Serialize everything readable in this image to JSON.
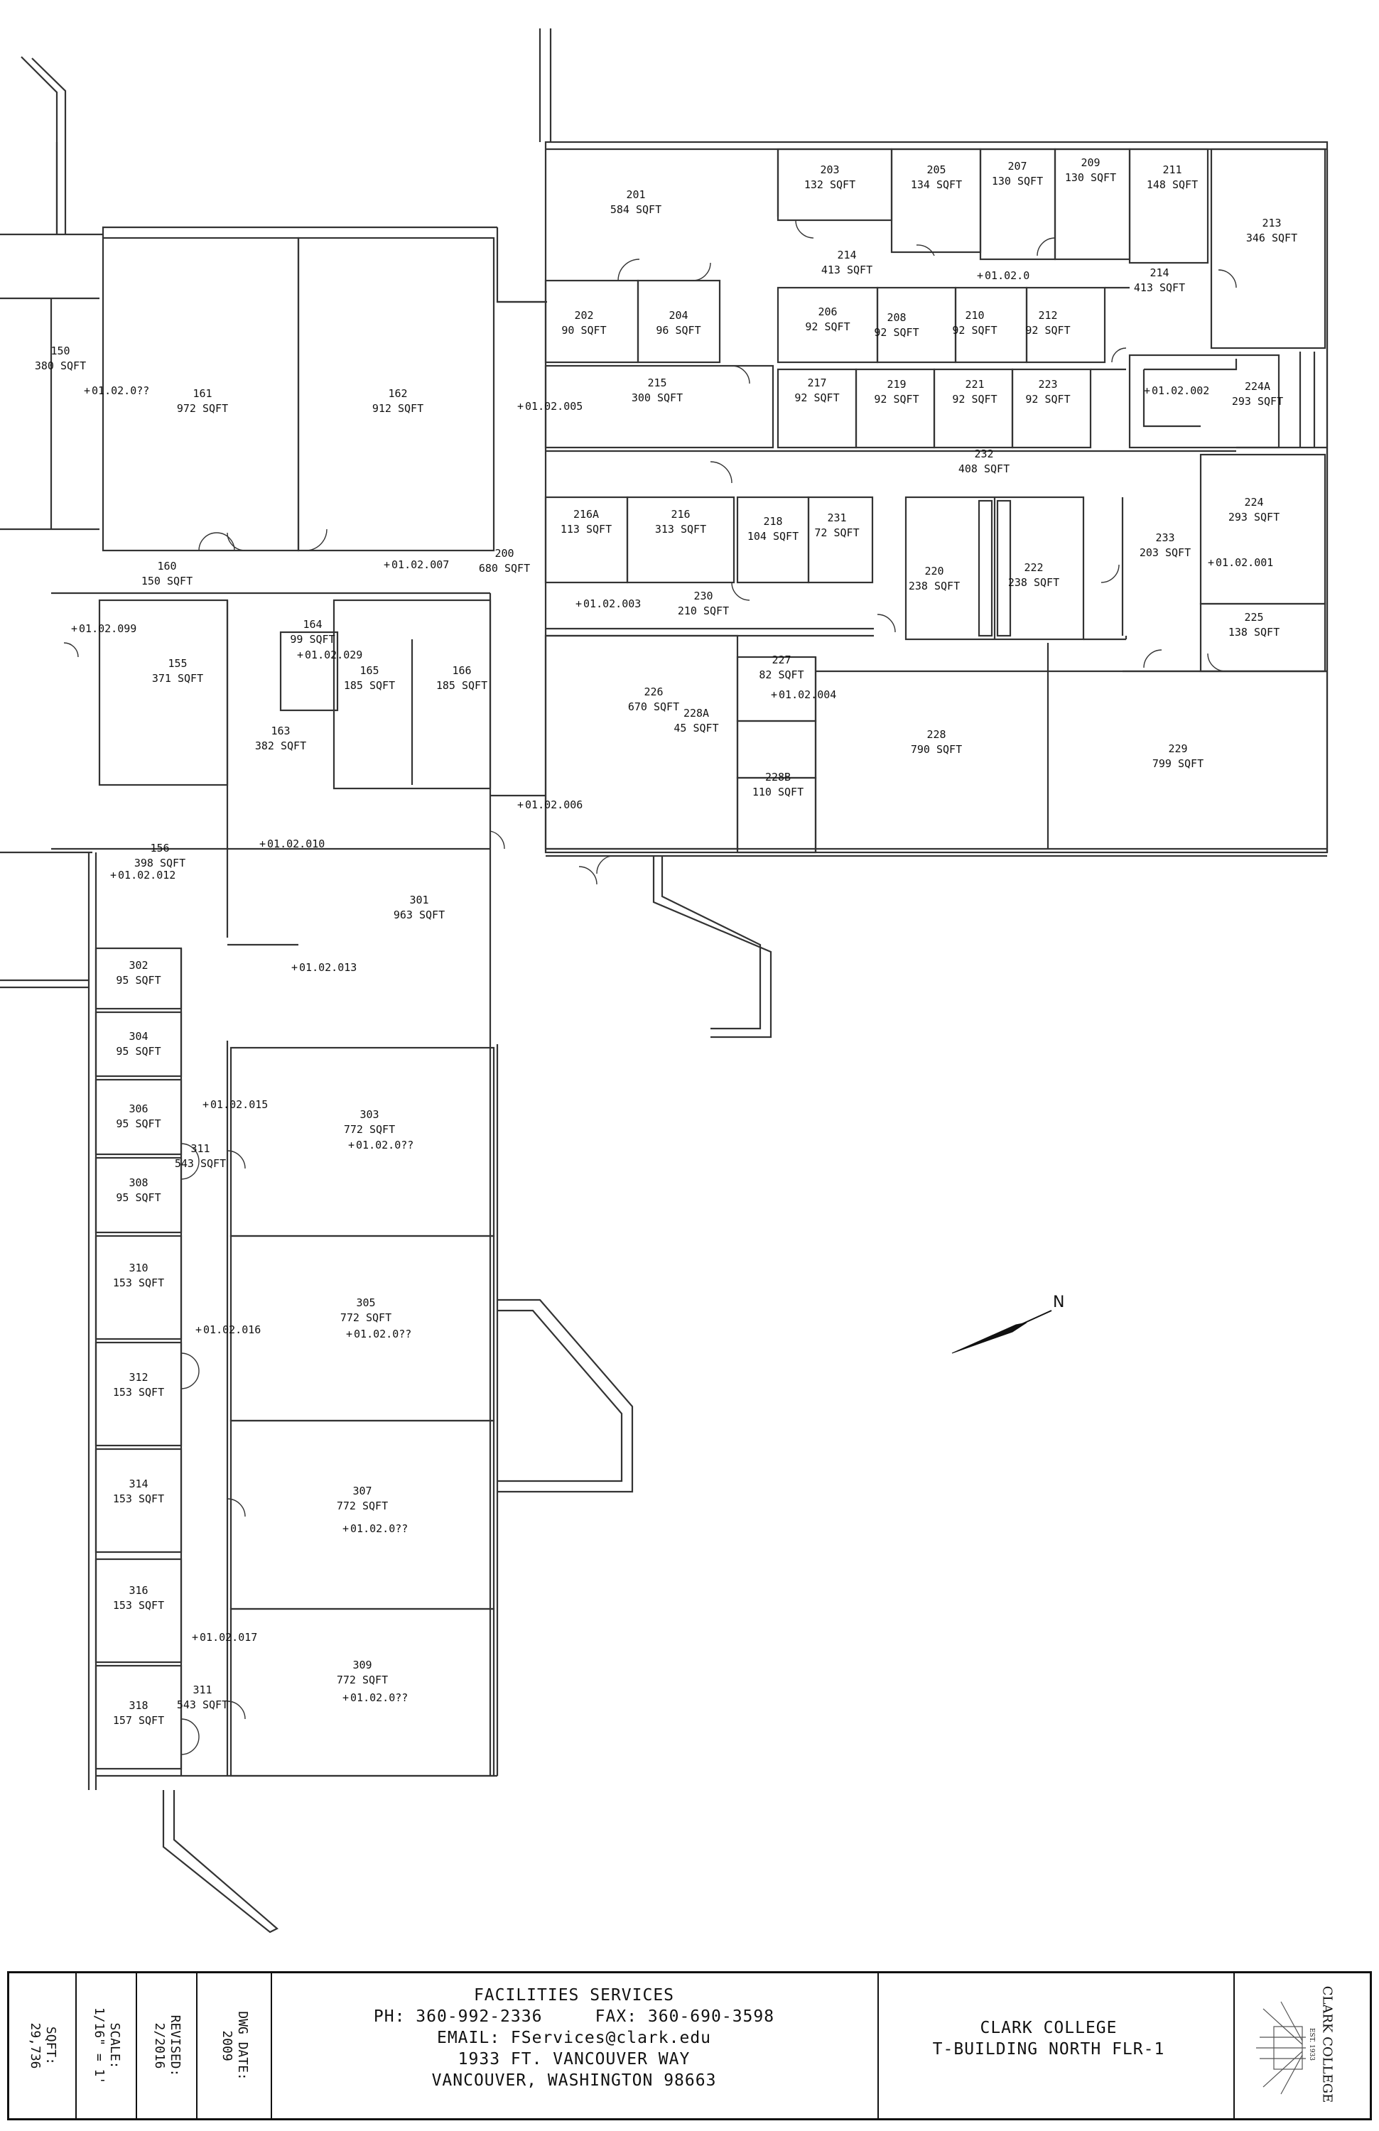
{
  "rooms": [
    {
      "num": "150",
      "area": "380 SQFT"
    },
    {
      "num": "161",
      "area": "972 SQFT"
    },
    {
      "num": "162",
      "area": "912 SQFT"
    },
    {
      "num": "160",
      "area": "150 SQFT"
    },
    {
      "num": "155",
      "area": "371 SQFT"
    },
    {
      "num": "164",
      "area": "99 SQFT"
    },
    {
      "num": "165",
      "area": "185 SQFT"
    },
    {
      "num": "166",
      "area": "185 SQFT"
    },
    {
      "num": "163",
      "area": "382 SQFT"
    },
    {
      "num": "156",
      "area": "398 SQFT"
    },
    {
      "num": "200",
      "area": "680 SQFT"
    },
    {
      "num": "201",
      "area": "584 SQFT"
    },
    {
      "num": "202",
      "area": "90 SQFT"
    },
    {
      "num": "204",
      "area": "96 SQFT"
    },
    {
      "num": "203",
      "area": "132 SQFT"
    },
    {
      "num": "205",
      "area": "134 SQFT"
    },
    {
      "num": "207",
      "area": "130 SQFT"
    },
    {
      "num": "209",
      "area": "130 SQFT"
    },
    {
      "num": "211",
      "area": "148 SQFT"
    },
    {
      "num": "213",
      "area": "346 SQFT"
    },
    {
      "num": "214",
      "area": "413 SQFT"
    },
    {
      "num": "214",
      "area": "413 SQFT"
    },
    {
      "num": "206",
      "area": "92 SQFT"
    },
    {
      "num": "208",
      "area": "92 SQFT"
    },
    {
      "num": "210",
      "area": "92 SQFT"
    },
    {
      "num": "212",
      "area": "92 SQFT"
    },
    {
      "num": "215",
      "area": "300 SQFT"
    },
    {
      "num": "217",
      "area": "92 SQFT"
    },
    {
      "num": "219",
      "area": "92 SQFT"
    },
    {
      "num": "221",
      "area": "92 SQFT"
    },
    {
      "num": "223",
      "area": "92 SQFT"
    },
    {
      "num": "224A",
      "area": "293 SQFT"
    },
    {
      "num": "232",
      "area": "408 SQFT"
    },
    {
      "num": "216A",
      "area": "113 SQFT"
    },
    {
      "num": "216",
      "area": "313 SQFT"
    },
    {
      "num": "218",
      "area": "104 SQFT"
    },
    {
      "num": "231",
      "area": "72 SQFT"
    },
    {
      "num": "220",
      "area": "238 SQFT"
    },
    {
      "num": "222",
      "area": "238 SQFT"
    },
    {
      "num": "233",
      "area": "203 SQFT"
    },
    {
      "num": "224",
      "area": "293 SQFT"
    },
    {
      "num": "225",
      "area": "138 SQFT"
    },
    {
      "num": "230",
      "area": "210 SQFT"
    },
    {
      "num": "227",
      "area": "82 SQFT"
    },
    {
      "num": "226",
      "area": "670 SQFT"
    },
    {
      "num": "228A",
      "area": "45 SQFT"
    },
    {
      "num": "228",
      "area": "790 SQFT"
    },
    {
      "num": "229",
      "area": "799 SQFT"
    },
    {
      "num": "228B",
      "area": "110 SQFT"
    },
    {
      "num": "301",
      "area": "963 SQFT"
    },
    {
      "num": "302",
      "area": "95 SQFT"
    },
    {
      "num": "304",
      "area": "95 SQFT"
    },
    {
      "num": "306",
      "area": "95 SQFT"
    },
    {
      "num": "308",
      "area": "95 SQFT"
    },
    {
      "num": "303",
      "area": "772 SQFT"
    },
    {
      "num": "311",
      "area": "543 SQFT"
    },
    {
      "num": "310",
      "area": "153 SQFT"
    },
    {
      "num": "305",
      "area": "772 SQFT"
    },
    {
      "num": "312",
      "area": "153 SQFT"
    },
    {
      "num": "314",
      "area": "153 SQFT"
    },
    {
      "num": "307",
      "area": "772 SQFT"
    },
    {
      "num": "316",
      "area": "153 SQFT"
    },
    {
      "num": "309",
      "area": "772 SQFT"
    },
    {
      "num": "318",
      "area": "157 SQFT"
    },
    {
      "num": "311",
      "area": "543 SQFT"
    }
  ],
  "nodes": [
    "01.02.0??",
    "01.02.005",
    "01.02.007",
    "01.02.099",
    "01.02.029",
    "01.02.003",
    "01.02.0",
    "01.02.002",
    "01.02.001",
    "01.02.004",
    "01.02.006",
    "01.02.010",
    "01.02.012",
    "01.02.013",
    "01.02.015",
    "01.02.0??",
    "01.02.016",
    "01.02.0??",
    "01.02.0??",
    "01.02.017",
    "01.02.0??"
  ],
  "north_label": "N",
  "title_block": {
    "sqft_label": "SQFT:",
    "sqft_value": "29,736",
    "scale_label": "SCALE:",
    "scale_value": "1/16\" = 1'",
    "revised_label": "REVISED:",
    "revised_value": "2/2016",
    "dwg_label": "DWG DATE:",
    "dwg_value": "2009",
    "dept": "FACILITIES SERVICES",
    "phone": "PH: 360-992-2336     FAX: 360-690-3598",
    "email": "EMAIL: FServices@clark.edu",
    "street": "1933 FT. VANCOUVER WAY",
    "city": "VANCOUVER, WASHINGTON 98663",
    "college": "CLARK COLLEGE",
    "building": "T-BUILDING NORTH FLR-1",
    "logo_text": "CLARK COLLEGE",
    "logo_est": "EST. 1933"
  }
}
